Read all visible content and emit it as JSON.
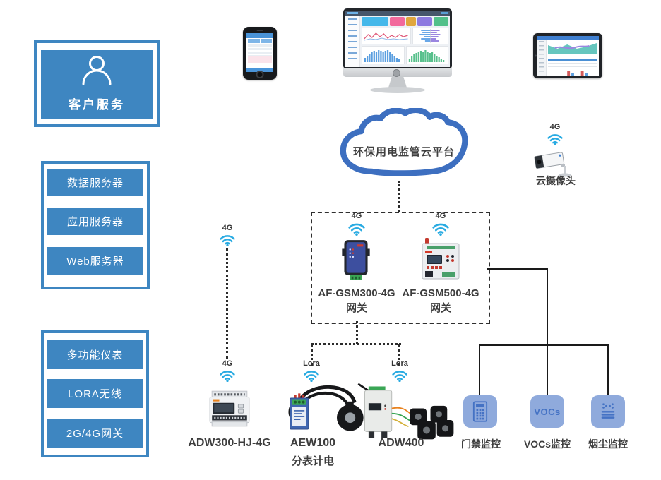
{
  "palette": {
    "box_blue": "#3e86c1",
    "wifi_blue": "#29abe2",
    "cloud_blue": "#3d6fc0",
    "tile_bg": "#8faadc",
    "tile_glyph": "#4472c4",
    "label_text": "#3d3d3d",
    "line_black": "#1a1a1a"
  },
  "customer_service": {
    "label": "客户服务"
  },
  "server_stack": {
    "items": [
      "数据服务器",
      "应用服务器",
      "Web服务器"
    ]
  },
  "capability_stack": {
    "items": [
      "多功能仪表",
      "LORA无线",
      "2G/4G网关"
    ]
  },
  "cloud": {
    "label": "环保用电监管云平台"
  },
  "camera": {
    "signal": "4G",
    "label": "云摄像头"
  },
  "gateways": [
    {
      "signal": "4G",
      "model": "AF-GSM300-4G",
      "role": "网关"
    },
    {
      "signal": "4G",
      "model": "AF-GSM500-4G",
      "role": "网关"
    }
  ],
  "meters": [
    {
      "signal": "4G",
      "model": "ADW300-HJ-4G"
    },
    {
      "signal": "Lora",
      "model": "AEW100",
      "subtitle": "分表计电"
    },
    {
      "signal": "Lora",
      "model": "ADW400"
    }
  ],
  "monitor_tiles": [
    {
      "label": "门禁监控",
      "icon": "keypad-icon"
    },
    {
      "label": "VOCs监控",
      "icon_text": "VOCs"
    },
    {
      "label": "烟尘监控",
      "icon": "dust-icon"
    }
  ]
}
